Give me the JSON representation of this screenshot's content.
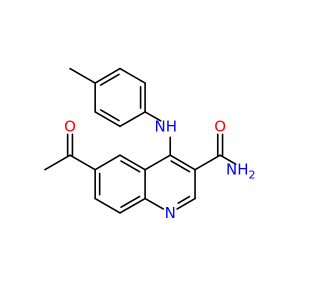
{
  "atoms": [
    {
      "id": "methyl_tolyl",
      "element": "C",
      "x": 2.0,
      "y": 0.0,
      "label": ""
    },
    {
      "id": "t1",
      "element": "C",
      "x": 2.87,
      "y": -0.5,
      "label": ""
    },
    {
      "id": "t2",
      "element": "C",
      "x": 2.87,
      "y": -1.5,
      "label": ""
    },
    {
      "id": "t3",
      "element": "C",
      "x": 3.73,
      "y": -2.0,
      "label": ""
    },
    {
      "id": "t4",
      "element": "C",
      "x": 4.6,
      "y": -1.5,
      "label": ""
    },
    {
      "id": "t5",
      "element": "C",
      "x": 4.6,
      "y": -0.5,
      "label": ""
    },
    {
      "id": "t6",
      "element": "C",
      "x": 3.73,
      "y": 0.0,
      "label": ""
    },
    {
      "id": "nh",
      "element": "N",
      "x": 5.47,
      "y": -2.0,
      "label": "NH"
    },
    {
      "id": "c4",
      "element": "C",
      "x": 5.47,
      "y": -3.0,
      "label": ""
    },
    {
      "id": "c4a",
      "element": "C",
      "x": 4.6,
      "y": -3.5,
      "label": ""
    },
    {
      "id": "c5",
      "element": "C",
      "x": 3.73,
      "y": -3.0,
      "label": ""
    },
    {
      "id": "c6",
      "element": "C",
      "x": 2.87,
      "y": -3.5,
      "label": ""
    },
    {
      "id": "c7",
      "element": "C",
      "x": 2.87,
      "y": -4.5,
      "label": ""
    },
    {
      "id": "c8",
      "element": "C",
      "x": 3.73,
      "y": -5.0,
      "label": ""
    },
    {
      "id": "c8a",
      "element": "C",
      "x": 4.6,
      "y": -4.5,
      "label": ""
    },
    {
      "id": "n1",
      "element": "N",
      "x": 5.47,
      "y": -5.0,
      "label": "N"
    },
    {
      "id": "c2",
      "element": "C",
      "x": 6.33,
      "y": -4.5,
      "label": ""
    },
    {
      "id": "c3",
      "element": "C",
      "x": 6.33,
      "y": -3.5,
      "label": ""
    },
    {
      "id": "c_amide",
      "element": "C",
      "x": 7.2,
      "y": -3.0,
      "label": ""
    },
    {
      "id": "o_amide",
      "element": "O",
      "x": 7.2,
      "y": -2.0,
      "label": "O"
    },
    {
      "id": "n_amide",
      "element": "N",
      "x": 8.07,
      "y": -3.5,
      "label": "NH2"
    },
    {
      "id": "c_acetyl",
      "element": "C",
      "x": 2.0,
      "y": -3.0,
      "label": ""
    },
    {
      "id": "o_acetyl",
      "element": "O",
      "x": 2.0,
      "y": -2.0,
      "label": "O"
    },
    {
      "id": "methyl_acetyl",
      "element": "C",
      "x": 1.13,
      "y": -3.5,
      "label": ""
    }
  ],
  "bonds": [
    {
      "a": "methyl_tolyl",
      "b": "t1",
      "order": 1
    },
    {
      "a": "t1",
      "b": "t2",
      "order": 1
    },
    {
      "a": "t2",
      "b": "t3",
      "order": 2
    },
    {
      "a": "t3",
      "b": "t4",
      "order": 1
    },
    {
      "a": "t4",
      "b": "t5",
      "order": 2
    },
    {
      "a": "t5",
      "b": "t6",
      "order": 1
    },
    {
      "a": "t6",
      "b": "t1",
      "order": 2
    },
    {
      "a": "t4",
      "b": "nh",
      "order": 1
    },
    {
      "a": "nh",
      "b": "c4",
      "order": 1
    },
    {
      "a": "c4",
      "b": "c4a",
      "order": 1
    },
    {
      "a": "c4a",
      "b": "c5",
      "order": 2
    },
    {
      "a": "c5",
      "b": "c6",
      "order": 1
    },
    {
      "a": "c6",
      "b": "c7",
      "order": 2
    },
    {
      "a": "c7",
      "b": "c8",
      "order": 1
    },
    {
      "a": "c8",
      "b": "c8a",
      "order": 2
    },
    {
      "a": "c8a",
      "b": "c4a",
      "order": 1
    },
    {
      "a": "c8a",
      "b": "n1",
      "order": 1
    },
    {
      "a": "n1",
      "b": "c2",
      "order": 2
    },
    {
      "a": "c2",
      "b": "c3",
      "order": 1
    },
    {
      "a": "c3",
      "b": "c4",
      "order": 2
    },
    {
      "a": "c3",
      "b": "c_amide",
      "order": 1
    },
    {
      "a": "c_amide",
      "b": "o_amide",
      "order": 2
    },
    {
      "a": "c_amide",
      "b": "n_amide",
      "order": 1
    },
    {
      "a": "c6",
      "b": "c_acetyl",
      "order": 1
    },
    {
      "a": "c_acetyl",
      "b": "o_acetyl",
      "order": 2
    },
    {
      "a": "c_acetyl",
      "b": "methyl_acetyl",
      "order": 1
    }
  ],
  "colors": {
    "bond": "#000000",
    "O": "#ff0000",
    "N": "#0000ff"
  }
}
